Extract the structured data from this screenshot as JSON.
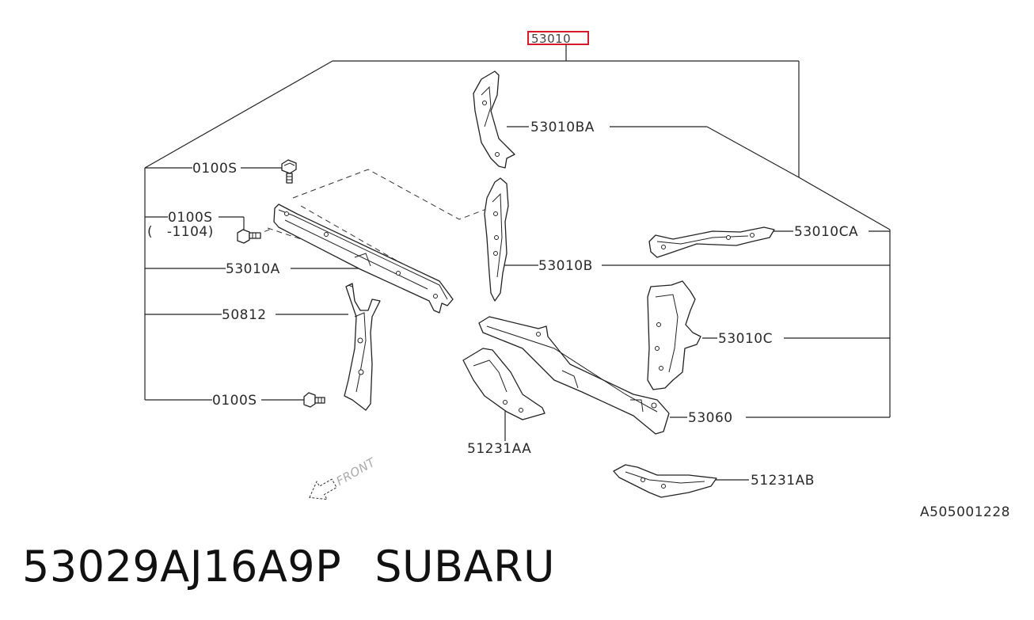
{
  "diagram": {
    "assembly_label": "53010",
    "assembly_highlight_color": "#d6192b",
    "labels": {
      "bolt_top": "0100S",
      "bolt_mid": "0100S",
      "bolt_mid_note": "(   -1104)",
      "crossmember_upper": "53010A",
      "stay_center": "50812",
      "bolt_bottom": "0100S",
      "bracket_ba": "53010BA",
      "bracket_b": "53010B",
      "bracket_ca": "53010CA",
      "bracket_c": "53010C",
      "crossmember_lower": "53060",
      "support_aa": "51231AA",
      "support_ab": "51231AB"
    },
    "front_arrow_text": "FRONT",
    "drawing_id": "A505001228"
  },
  "caption": {
    "part_number": "53029AJ16A9P",
    "brand": "SUBARU"
  }
}
